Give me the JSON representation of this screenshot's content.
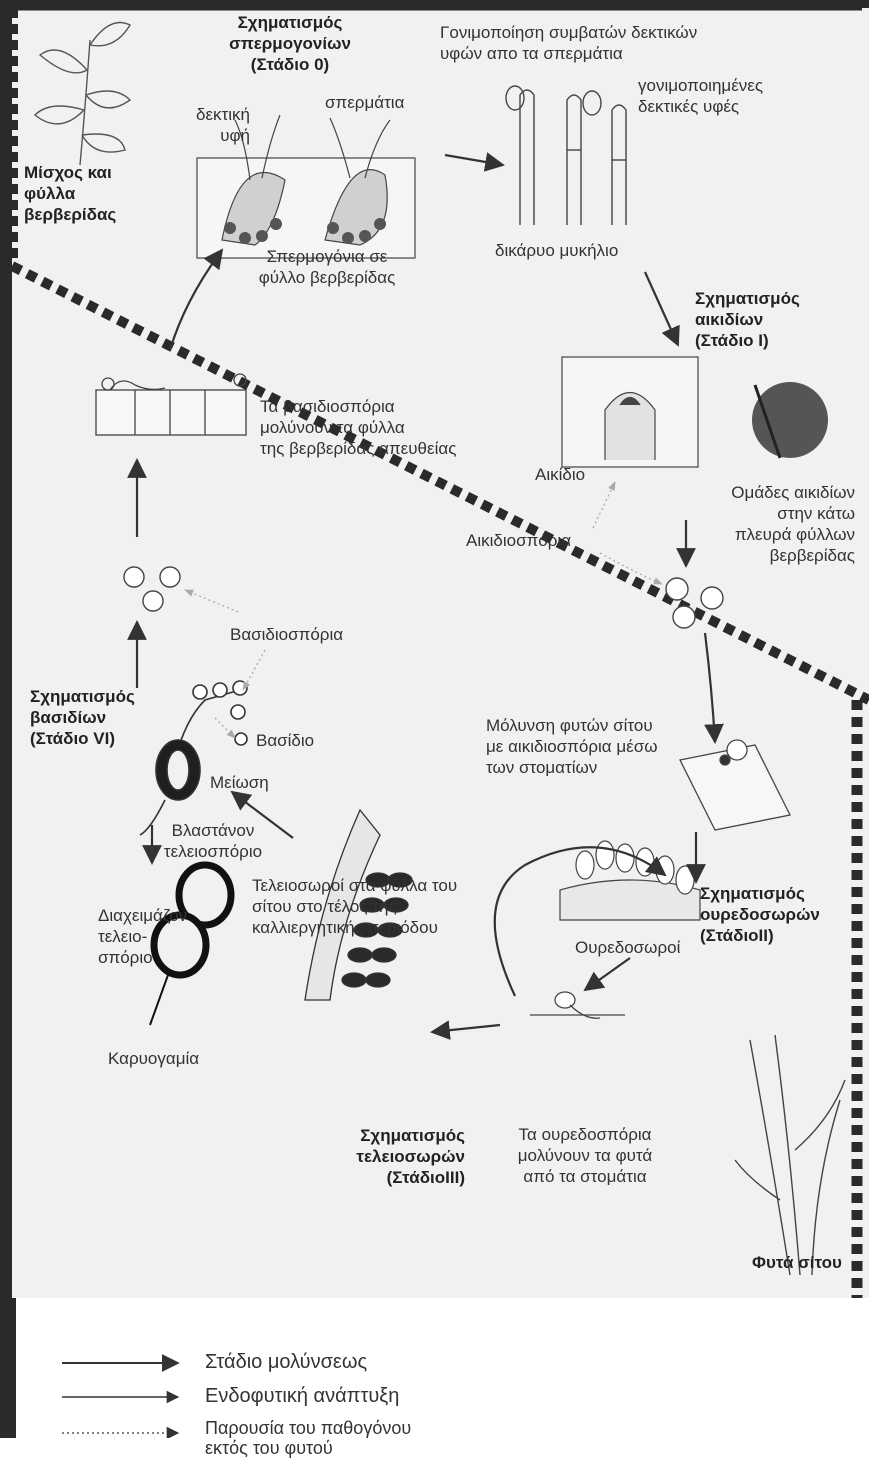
{
  "labels": {
    "spermogonia_title": "Σχηματισμός\nσπερμογονίων\n(Στάδιο 0)",
    "barberry_bush": "Μίσχος και\nφύλλα\nβερβερίδας",
    "receptive_hypha": "δεκτική\nυφή",
    "spermatia": "σπερμάτια",
    "spermogonia_on_leaf": "Σπερμογόνια σε\nφύλλο βερβερίδας",
    "fertilization": "Γονιμοποίηση συμβατών δεκτικών\nυφών απο τα σπερμάτια",
    "fertilized_hyphae": "γονιμοποιημένες\nδεκτικές υφές",
    "dikaryotic_mycelium": "δικάρυο μυκήλιο",
    "aecia_title": "Σχηματισμός\nαικιδίων\n(Στάδιο I)",
    "aecium": "Αικίδιο",
    "aecia_groups": "Ομάδες αικιδίων\nστην κάτω\nπλευρά φύλλων\nβερβερίδας",
    "aeciospores": "Αικιδιοσπόρια",
    "basidiospores_infect": "Τα βασιδιοσπόρια\nμολύνουν τα φύλλα\nτης βερβερίδας απευθείας",
    "basidiospores": "Βασιδιοσπόρια",
    "basidia_title": "Σχηματισμός\nβασιδίων\n(Στάδιο VI)",
    "basidium": "Βασίδιο",
    "meiosis": "Μείωση",
    "germinated_teliospore": "Βλαστάνον\nτελειοσπόριο",
    "wheat_infection": "Μόλυνση φυτών σίτου\nμε αικιδιοσπόρια μέσω\nτων στοματίων",
    "telia_on_leaves": "Τελειοσωροί στα φύλλα του\nσίτου στο τέλος της\nκαλλιεργητικής περιόδου",
    "uredinia_title": "Σχηματισμός\nουρεδοσωρών\n(ΣτάδιοII)",
    "uredinia": "Ουρεδοσωροί",
    "overwintering_teliospore": "Διαχειμάζον\nτελειο-\nσπόριο",
    "karyogamy": "Καρυογαμία",
    "telia_title": "Σχηματισμός\nτελειοσωρών\n(ΣτάδιοIII)",
    "urediniospores_infect": "Τα ουρεδοσπόρια\nμολύνουν τα φυτά\nαπό τα στομάτια",
    "wheat_plants": "Φυτά σίτου"
  },
  "legend": {
    "infection_stage": "Στάδιο μολύνσεως",
    "endophytic_growth": "Ενδοφυτική ανάπτυξη",
    "pathogen_outside": "Παρουσία του παθογόνου\nεκτός του φυτού"
  }
}
